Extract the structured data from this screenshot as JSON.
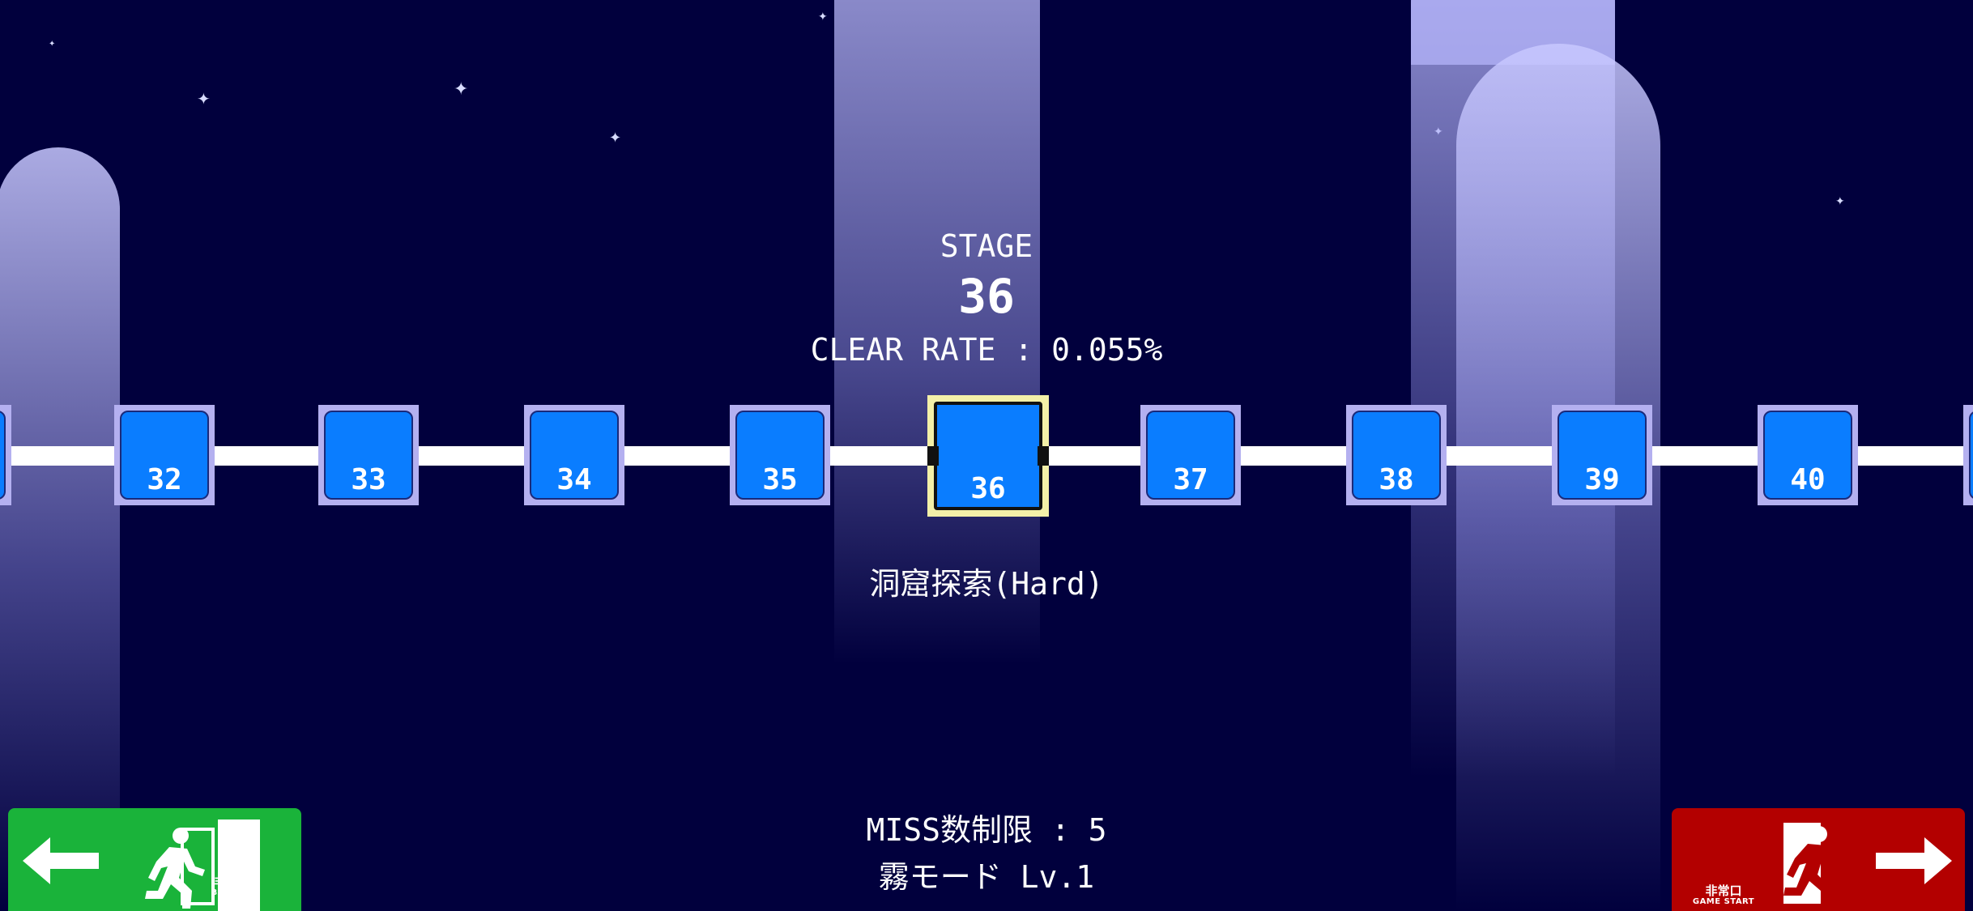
{
  "stage_header": {
    "label": "STAGE",
    "number": "36",
    "clear_rate": "CLEAR RATE : 0.055%"
  },
  "stage_name": "洞窟探索(Hard)",
  "nodes": [
    {
      "num": "32"
    },
    {
      "num": "33"
    },
    {
      "num": "34"
    },
    {
      "num": "35"
    },
    {
      "num": "36",
      "selected": true
    },
    {
      "num": "37"
    },
    {
      "num": "38"
    },
    {
      "num": "39"
    },
    {
      "num": "40"
    }
  ],
  "conditions": {
    "miss_limit": "MISS数制限 : 5",
    "fog_mode": "霧モード Lv.1"
  },
  "buttons": {
    "back": {
      "jp": "非常口",
      "en": "BACK TO MENU",
      "color": "#1ab33a"
    },
    "start": {
      "jp": "非常口",
      "en": "GAME START",
      "color": "#b30000"
    }
  },
  "colors": {
    "background": "#01003d",
    "node_fill": "#0a7dff",
    "selection": "#f3f0a8"
  }
}
